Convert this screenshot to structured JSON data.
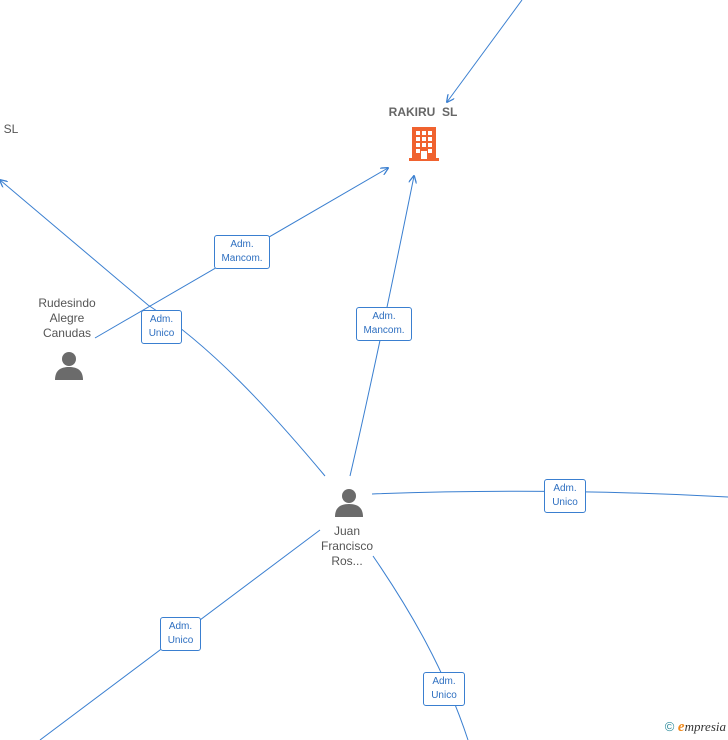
{
  "colors": {
    "edge": "#3a7fd0",
    "company_icon": "#f0622f",
    "person_icon": "#6b6b6b",
    "label_text": "#555555"
  },
  "nodes": {
    "company_main": {
      "title": "RAKIRU  SL",
      "icon": "building-icon"
    },
    "company_left": {
      "title": "SL",
      "icon": "none"
    },
    "person_rudesindo": {
      "line1": "Rudesindo",
      "line2": "Alegre",
      "line3": "Canudas",
      "icon": "person-icon"
    },
    "person_juan": {
      "line1": "Juan",
      "line2": "Francisco",
      "line3": "Ros...",
      "icon": "person-icon"
    }
  },
  "edge_labels": [
    {
      "id": "rudesindo-rakiru",
      "line1": "Adm.",
      "line2": "Mancom."
    },
    {
      "id": "juan-left",
      "line1": "Adm.",
      "line2": "Unico"
    },
    {
      "id": "juan-rakiru",
      "line1": "Adm.",
      "line2": "Mancom."
    },
    {
      "id": "juan-right",
      "line1": "Adm.",
      "line2": "Unico"
    },
    {
      "id": "juan-bottomleft",
      "line1": "Adm.",
      "line2": "Unico"
    },
    {
      "id": "juan-bottom",
      "line1": "Adm.",
      "line2": "Unico"
    }
  ],
  "watermark": {
    "copyright": "©",
    "brand_initial": "e",
    "brand_rest": "mpresia"
  }
}
